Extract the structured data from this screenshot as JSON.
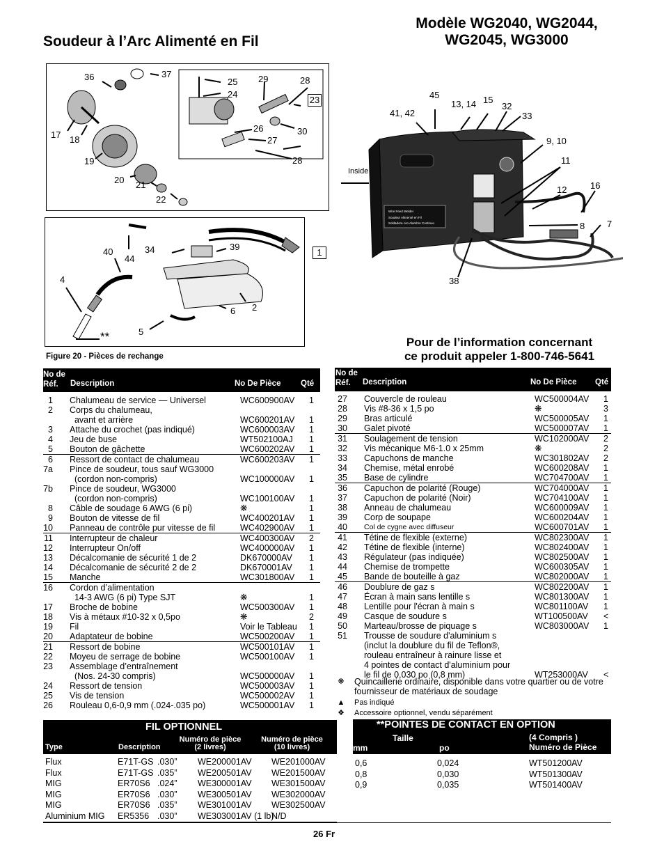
{
  "header": {
    "title_left": "Soudeur à l’Arc Alimenté en Fil",
    "title_right_line1": "Modèle WG2040, WG2044,",
    "title_right_line2": "WG2045, WG3000"
  },
  "figure": {
    "caption": "Figure 20 - Pièces de rechange",
    "box1_number": "1",
    "box23_number": "23",
    "inside_label": "Inside",
    "unit_label_1": "Wire Feed Welder",
    "unit_label_2": "Soudeur Alimenté en Fil",
    "unit_label_3": "Soldadora con Alambre Continuo",
    "callouts_top": [
      "36",
      "37",
      "25",
      "24",
      "29",
      "28",
      "17",
      "18",
      "19",
      "20",
      "21",
      "22",
      "26",
      "30",
      "27",
      "28"
    ],
    "callouts_torch": [
      "40",
      "44",
      "34",
      "39",
      "4",
      "2",
      "6",
      "5",
      "**"
    ],
    "callouts_unit": [
      "45",
      "13, 14",
      "15",
      "32",
      "41, 42",
      "33",
      "9, 10",
      "11",
      "12",
      "16",
      "8",
      "7",
      "38"
    ]
  },
  "info": {
    "line1": "Pour de l’information concernant",
    "line2": "ce produit appeler 1-800-746-5641"
  },
  "columns": {
    "ref_line1": "No de",
    "ref_line2": "Réf.",
    "description": "Description",
    "part": "No De Pièce",
    "qty": "Qté"
  },
  "parts_left": [
    {
      "ref": "1",
      "desc": "Chalumeau de service — Universel",
      "part": "WC600900AV",
      "qty": "1"
    },
    {
      "ref": "2",
      "desc": "Corps du chalumeau,\n  avant et arrière",
      "part": "WC600201AV",
      "qty": "1"
    },
    {
      "ref": "3",
      "desc": "Attache du crochet (pas indiqué)",
      "part": "WC600003AV",
      "qty": "1"
    },
    {
      "ref": "4",
      "desc": "Jeu de buse",
      "part": "WT502100AJ",
      "qty": "1"
    },
    {
      "ref": "5",
      "desc": "Bouton de gâchette",
      "part": "WC600202AV",
      "qty": "1"
    },
    {
      "ref": "6",
      "desc": "Ressort de contact de chalumeau",
      "part": "WC600203AV",
      "qty": "1"
    },
    {
      "ref": "7a",
      "desc": "Pince de soudeur, tous sauf WG3000\n  (cordon non-compris)",
      "part": "WC100000AV",
      "qty": "1"
    },
    {
      "ref": "7b",
      "desc": "Pince de soudeur, WG3000\n  (cordon non-compris)",
      "part": "WC100100AV",
      "qty": "1"
    },
    {
      "ref": "8",
      "desc": "Câble de soudage 6 AWG (6 pi)",
      "part": "❋",
      "qty": "1"
    },
    {
      "ref": "9",
      "desc": "Bouton de vitesse de fil",
      "part": "WC400201AV",
      "qty": "1"
    },
    {
      "ref": "10",
      "desc": "Panneau de contrôle pur vitesse de fil",
      "part": "WC402900AV",
      "qty": "1"
    },
    {
      "ref": "11",
      "desc": "Interrupteur de chaleur",
      "part": "WC400300AV",
      "qty": "2"
    },
    {
      "ref": "12",
      "desc": "Interrupteur On/off",
      "part": "WC400000AV",
      "qty": "1"
    },
    {
      "ref": "13",
      "desc": "Décalcomanie de sécurité 1 de 2",
      "part": "DK670000AV",
      "qty": "1"
    },
    {
      "ref": "14",
      "desc": "Décalcomanie de sécurité 2 de 2",
      "part": "DK670001AV",
      "qty": "1"
    },
    {
      "ref": "15",
      "desc": "Manche",
      "part": "WC301800AV",
      "qty": "1"
    },
    {
      "ref": "16",
      "desc": "Cordon d’alimentation\n  14-3 AWG (6 pi) Type SJT",
      "part": "❋",
      "qty": "1"
    },
    {
      "ref": "17",
      "desc": "Broche de bobine",
      "part": "WC500300AV",
      "qty": "1"
    },
    {
      "ref": "18",
      "desc": "Vis à métaux #10-32 x 0,5po",
      "part": "❋",
      "qty": "2"
    },
    {
      "ref": "19",
      "desc": "Fil",
      "part": "Voir le Tableau",
      "qty": "1"
    },
    {
      "ref": "20",
      "desc": "Adaptateur de bobine",
      "part": "WC500200AV",
      "qty": "1"
    },
    {
      "ref": "21",
      "desc": "Ressort de bobine",
      "part": "WC500101AV",
      "qty": "1"
    },
    {
      "ref": "22",
      "desc": "Moyeu de serrage de bobine",
      "part": "WC500100AV",
      "qty": "1"
    },
    {
      "ref": "23",
      "desc": "Assemblage d’entraînement\n  (Nos. 24-30 compris)",
      "part": "WC500000AV",
      "qty": "1"
    },
    {
      "ref": "24",
      "desc": "Ressort de tension",
      "part": "WC500003AV",
      "qty": "1"
    },
    {
      "ref": "25",
      "desc": "Vis de tension",
      "part": "WC500002AV",
      "qty": "1"
    },
    {
      "ref": "26",
      "desc": "Rouleau 0,6-0,9 mm (.024-.035 po)",
      "part": "WC500001AV",
      "qty": "1"
    }
  ],
  "parts_right": [
    {
      "ref": "27",
      "desc": "Couvercle de rouleau",
      "part": "WC500004AV",
      "qty": "1"
    },
    {
      "ref": "28",
      "desc": "Vis #8-36 x 1,5 po",
      "part": "❋",
      "qty": "3"
    },
    {
      "ref": "29",
      "desc": "Bras articulé",
      "part": "WC500005AV",
      "qty": "1"
    },
    {
      "ref": "30",
      "desc": "Galet pivoté",
      "part": "WC500007AV",
      "qty": "1"
    },
    {
      "ref": "31",
      "desc": "Soulagement de tension",
      "part": "WC102000AV",
      "qty": "2"
    },
    {
      "ref": "32",
      "desc": "Vis mécanique M6-1.0 x 25mm",
      "part": "❋",
      "qty": "2"
    },
    {
      "ref": "33",
      "desc": "Capuchons de manche",
      "part": "WC301802AV",
      "qty": "2"
    },
    {
      "ref": "34",
      "desc": "Chemise, métal enrobé",
      "part": "WC600208AV",
      "qty": "1"
    },
    {
      "ref": "35",
      "desc": "Base de cylindre",
      "part": "WC704700AV",
      "qty": "1"
    },
    {
      "ref": "36",
      "desc": "Capuchon de polarité (Rouge)",
      "part": "WC704000AV",
      "qty": "1"
    },
    {
      "ref": "37",
      "desc": "Capuchon de polarité (Noir)",
      "part": "WC704100AV",
      "qty": "1"
    },
    {
      "ref": "38",
      "desc": "Anneau de chalumeau",
      "part": "WC600009AV",
      "qty": "1"
    },
    {
      "ref": "39",
      "desc": "Corp de soupape",
      "part": "WC600204AV",
      "qty": "1"
    },
    {
      "ref": "40",
      "desc": "Col de cygne avec diffuseur",
      "part": "WC600701AV",
      "qty": "1"
    },
    {
      "ref": "41",
      "desc": "Tétine de flexible (externe)",
      "part": "WC802300AV",
      "qty": "1"
    },
    {
      "ref": "42",
      "desc": "Tétine de flexible (interne)",
      "part": "WC802400AV",
      "qty": "1"
    },
    {
      "ref": "43",
      "desc": "Régulateur (pas indiquée)",
      "part": "WC802500AV",
      "qty": "1"
    },
    {
      "ref": "44",
      "desc": "Chemise de trompette",
      "part": "WC600305AV",
      "qty": "1"
    },
    {
      "ref": "45",
      "desc": "Bande de bouteille à gaz",
      "part": "WC802000AV",
      "qty": "1"
    },
    {
      "ref": "46",
      "desc": "Doublure de gaz s",
      "part": "WC802200AV",
      "qty": "1"
    },
    {
      "ref": "47",
      "desc": "Écran à main sans lentille s",
      "part": "WC801300AV",
      "qty": "1"
    },
    {
      "ref": "48",
      "desc": "Lentille pour l'écran à main s",
      "part": "WC801100AV",
      "qty": "1"
    },
    {
      "ref": "49",
      "desc": "Casque de soudure s",
      "part": "WT100500AV",
      "qty": "<"
    },
    {
      "ref": "50",
      "desc": "Marteau/brosse de piquage s",
      "part": "WC803000AV",
      "qty": "1"
    },
    {
      "ref": "51",
      "desc": "Trousse de soudure d'aluminium s\n(inclut la doublure du fil de Teflon®,\nrouleau entraîneur à rainure lisse et\n4 pointes de contact d'aluminium pour\nle fil de 0,030 po (0,8 mm)",
      "part": "WT253000AV",
      "qty": "<"
    }
  ],
  "notes": [
    {
      "symbol": "❋",
      "text": "Quincaillerie ordinaire, disponible dans votre quartier ou de votre fournisseur de matériaux de soudage"
    },
    {
      "symbol": "▲",
      "text": "Pas indiqué"
    },
    {
      "symbol": "❖",
      "text": "Accessoire optionnel, vendu séparément"
    }
  ],
  "wire": {
    "title": "FIL OPTIONNEL",
    "col_type": "Type",
    "col_desc": "Description",
    "col_2lb": "Numéro de pièce\n(2 livres)",
    "col_10lb": "Numéro de pièce\n(10 livres)",
    "rows": [
      {
        "type": "Flux",
        "code": "E71T-GS",
        "size": ".030”",
        "p2": "WE200001AV",
        "p10": "WE201000AV"
      },
      {
        "type": "Flux",
        "code": "E71T-GS",
        "size": ".035”",
        "p2": "WE200501AV",
        "p10": "WE201500AV"
      },
      {
        "type": "MIG",
        "code": "ER70S6",
        "size": ".024”",
        "p2": "WE300001AV",
        "p10": "WE301500AV"
      },
      {
        "type": "MIG",
        "code": "ER70S6",
        "size": ".030”",
        "p2": "WE300501AV",
        "p10": "WE302000AV"
      },
      {
        "type": "MIG",
        "code": "ER70S6",
        "size": ".035”",
        "p2": "WE301001AV",
        "p10": "WE302500AV"
      },
      {
        "type": "Aluminium MIG",
        "code": "ER5356",
        "size": ".030”",
        "p2": "WE303001AV (1 lb)",
        "p10": "N/D"
      }
    ]
  },
  "tips": {
    "title": "**POINTES DE CONTACT EN OPTION",
    "col_size": "Taille",
    "col_mm": "mm",
    "col_po": "po",
    "col_part_line1": "(4 Compris )",
    "col_part_line2": "Numéro de Pièce",
    "rows": [
      {
        "mm": "0,6",
        "po": "0,024",
        "part": "WT501200AV"
      },
      {
        "mm": "0,8",
        "po": "0,030",
        "part": "WT501300AV"
      },
      {
        "mm": "0,9",
        "po": "0,035",
        "part": "WT501400AV"
      }
    ]
  },
  "footer": {
    "page": "26 Fr"
  }
}
